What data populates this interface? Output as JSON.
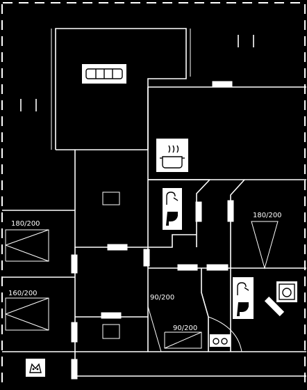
{
  "plan": {
    "bed_sizes": [
      {
        "id": "bedroom-1",
        "label": "180/200"
      },
      {
        "id": "bedroom-2",
        "label": "160/200"
      },
      {
        "id": "bedroom-3",
        "label": "180/200"
      },
      {
        "id": "bedroom-4",
        "label": "90/200"
      },
      {
        "id": "bedroom-5",
        "label": "90/200"
      }
    ],
    "icons": {
      "sofa": "sofa-icon",
      "kitchen": "cooking-pot-icon",
      "bathroom_1": "shower-toilet-icon",
      "bathroom_2": "shower-toilet-icon",
      "washing": "washing-machine-icon",
      "sauna": "sauna-icon",
      "pet": "pet-icon"
    },
    "colors": {
      "background": "#000000",
      "lines": "#ffffff"
    }
  }
}
